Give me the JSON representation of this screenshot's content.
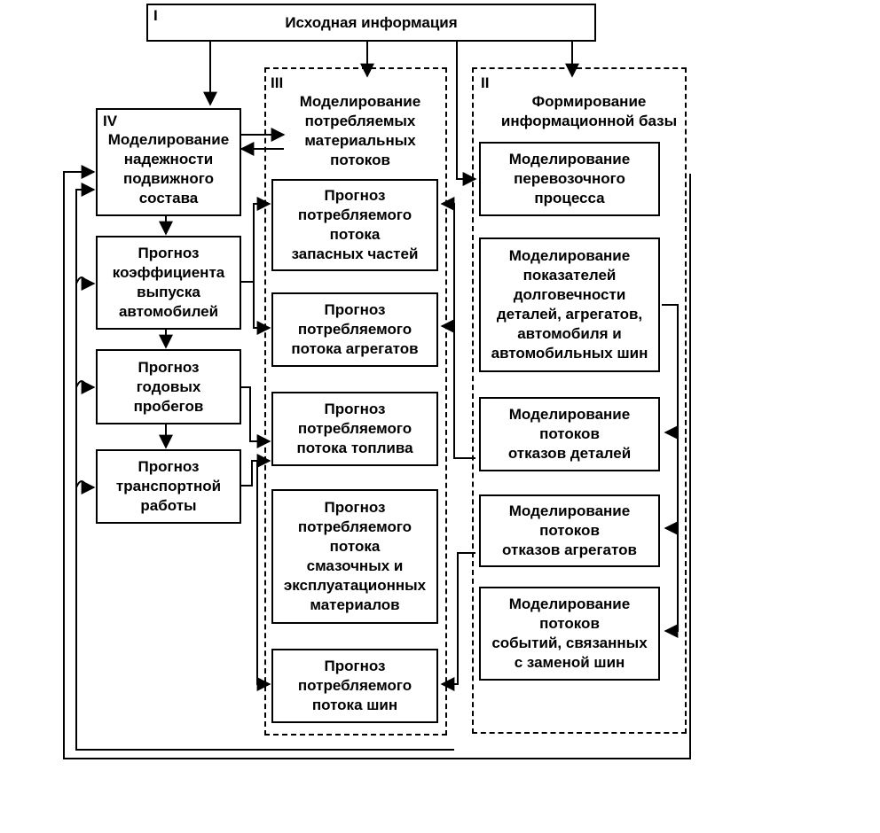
{
  "top": {
    "num": "I",
    "label": "Исходная информация"
  },
  "group2": {
    "num": "II",
    "title": "Формирование\nинформационной базы",
    "boxes": [
      "Моделирование\nперевозочного\nпроцесса",
      "Моделирование\nпоказателей\nдолговечности\nдеталей, агрегатов,\nавтомобиля и\nавтомобильных шин",
      "Моделирование\nпотоков\nотказов деталей",
      "Моделирование\nпотоков\nотказов агрегатов",
      "Моделирование\nпотоков\nсобытий, связанных\nс заменой шин"
    ]
  },
  "group3": {
    "num": "III",
    "title": "Моделирование\nпотребляемых\nматериальных\nпотоков",
    "boxes": [
      "Прогноз\nпотребляемого\nпотока\nзапасных частей",
      "Прогноз\nпотребляемого\nпотока агрегатов",
      "Прогноз\nпотребляемого\nпотока топлива",
      "Прогноз\nпотребляемого\nпотока\nсмазочных и\nэксплуатационных\nматериалов",
      "Прогноз\nпотребляемого\nпотока шин"
    ]
  },
  "group4": {
    "num": "IV",
    "boxes": [
      "Моделирование\nнадежности\nподвижного\nсостава",
      "Прогноз\nкоэффициента\nвыпуска\nавтомобилей",
      "Прогноз\nгодовых\nпробегов",
      "Прогноз\nтранспортной\nработы"
    ]
  }
}
